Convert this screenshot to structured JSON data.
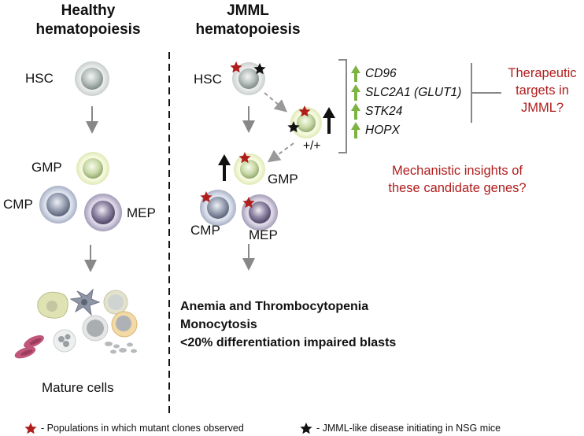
{
  "healthy": {
    "title_line1": "Healthy",
    "title_line2": "hematopoiesis",
    "hsc": "HSC",
    "gmp": "GMP",
    "cmp": "CMP",
    "mep": "MEP",
    "mature": "Mature cells"
  },
  "jmml": {
    "title_line1": "JMML",
    "title_line2": "hematopoiesis",
    "hsc": "HSC",
    "gmp": "GMP",
    "cmp": "CMP",
    "mep": "MEP",
    "genotype": "+/+",
    "genes": [
      "CD96",
      "SLC2A1 (GLUT1)",
      "STK24",
      "HOPX"
    ],
    "question1_line1": "Therapeutic",
    "question1_line2": "targets in",
    "question1_line3": "JMML?",
    "question2_line1": "Mechanistic insights of",
    "question2_line2": "these candidate genes?",
    "outcomes": [
      "Anemia and Thrombocytopenia",
      "Monocytosis",
      "<20% differentiation impaired blasts"
    ]
  },
  "legend": {
    "red_star_text": "- Populations in which mutant clones observed",
    "black_star_text": "- JMML-like disease initiating  in NSG mice"
  },
  "colors": {
    "star_red": "#b01d1d",
    "star_black": "#111111",
    "arrow_green": "#7cb342",
    "question_red": "#b01d1d",
    "arrow_gray": "#888888"
  }
}
